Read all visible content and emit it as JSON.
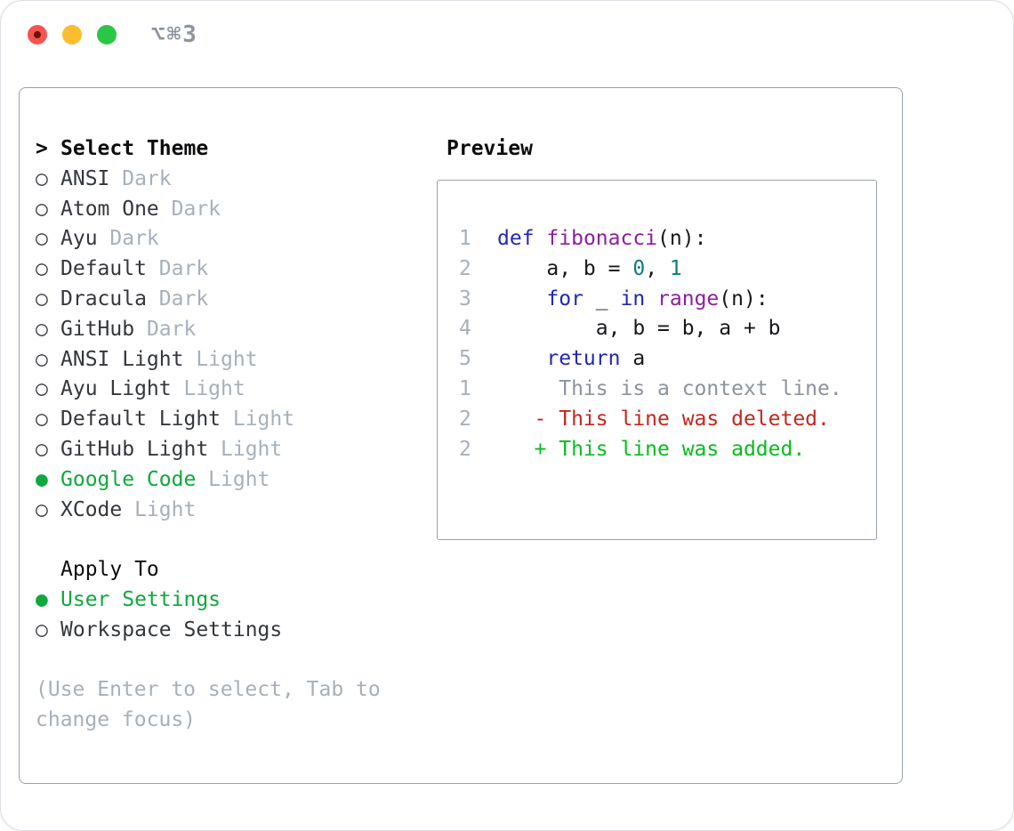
{
  "window": {
    "title": "⌥⌘3",
    "traffic_lights": [
      "close",
      "minimize",
      "zoom"
    ]
  },
  "icons": {
    "radio_unselected": "○",
    "radio_selected": "●",
    "prompt_caret": ">"
  },
  "theme_picker": {
    "prompt": ">",
    "header": "Select Theme",
    "themes": [
      {
        "name": "ANSI",
        "variant": "Dark",
        "selected": false
      },
      {
        "name": "Atom One",
        "variant": "Dark",
        "selected": false
      },
      {
        "name": "Ayu",
        "variant": "Dark",
        "selected": false
      },
      {
        "name": "Default",
        "variant": "Dark",
        "selected": false
      },
      {
        "name": "Dracula",
        "variant": "Dark",
        "selected": false
      },
      {
        "name": "GitHub",
        "variant": "Dark",
        "selected": false
      },
      {
        "name": "ANSI Light",
        "variant": "Light",
        "selected": false
      },
      {
        "name": "Ayu Light",
        "variant": "Light",
        "selected": false
      },
      {
        "name": "Default Light",
        "variant": "Light",
        "selected": false
      },
      {
        "name": "GitHub Light",
        "variant": "Light",
        "selected": false
      },
      {
        "name": "Google Code",
        "variant": "Light",
        "selected": true
      },
      {
        "name": "XCode",
        "variant": "Light",
        "selected": false
      }
    ],
    "apply_to": {
      "label": "Apply To",
      "options": [
        {
          "name": "User Settings",
          "selected": true
        },
        {
          "name": "Workspace Settings",
          "selected": false
        }
      ]
    },
    "help": "(Use Enter to select, Tab to change focus)"
  },
  "preview": {
    "label": "Preview",
    "lines": [
      {
        "num": "1",
        "kind": "code",
        "tokens": [
          [
            "def",
            "kw"
          ],
          [
            " ",
            "plain"
          ],
          [
            "fibonacci",
            "fn"
          ],
          [
            "(n):",
            "plain"
          ]
        ]
      },
      {
        "num": "2",
        "kind": "code",
        "tokens": [
          [
            "    a, b = ",
            "plain"
          ],
          [
            "0",
            "lit"
          ],
          [
            ", ",
            "plain"
          ],
          [
            "1",
            "lit"
          ]
        ]
      },
      {
        "num": "3",
        "kind": "code",
        "tokens": [
          [
            "    ",
            "plain"
          ],
          [
            "for",
            "kw"
          ],
          [
            " _ ",
            "plain"
          ],
          [
            "in",
            "kw"
          ],
          [
            " ",
            "plain"
          ],
          [
            "range",
            "fn"
          ],
          [
            "(n):",
            "plain"
          ]
        ]
      },
      {
        "num": "4",
        "kind": "code",
        "tokens": [
          [
            "        a, b = b, a + b",
            "plain"
          ]
        ]
      },
      {
        "num": "5",
        "kind": "code",
        "tokens": [
          [
            "    ",
            "plain"
          ],
          [
            "return",
            "kw"
          ],
          [
            " a",
            "plain"
          ]
        ]
      },
      {
        "num": "",
        "kind": "blank",
        "tokens": []
      },
      {
        "num": "1",
        "kind": "context",
        "tokens": [
          [
            "     This is a context line.",
            "ctx"
          ]
        ]
      },
      {
        "num": "2",
        "kind": "deleted",
        "tokens": [
          [
            "   - This line was deleted.",
            "del"
          ]
        ]
      },
      {
        "num": "2",
        "kind": "added",
        "tokens": [
          [
            "   + This line was added.",
            "add"
          ]
        ]
      }
    ]
  },
  "colors": {
    "border": "#9aa1ab",
    "title": "#8e959e",
    "header_text": "#0b0c0e",
    "list_text": "#34373c",
    "marker": "#3a3d42",
    "variant_tag": "#a7b0ba",
    "selected_green": "#0fa83c",
    "help_text": "#a7b0ba",
    "gutter": "#a7b0ba",
    "kw": "#2127b9",
    "fn": "#8e1f9e",
    "lit": "#0e7c7c",
    "plain": "#17181c",
    "ctx": "#8d939c",
    "del": "#c3271d",
    "add": "#07bd1c",
    "light_red": "#f4544e",
    "light_red_dot": "#6e0f0b",
    "light_yellow": "#fbbd30",
    "light_green": "#2dc546"
  }
}
